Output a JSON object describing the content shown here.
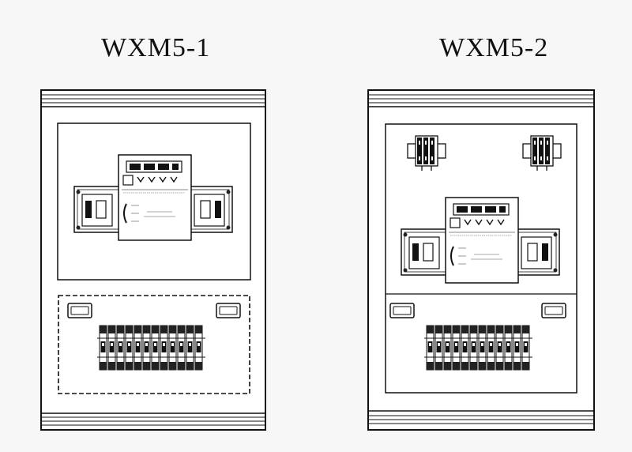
{
  "panels": [
    {
      "id": "left",
      "title": "WXM5-1"
    },
    {
      "id": "right",
      "title": "WXM5-2"
    }
  ],
  "colors": {
    "line": "#111111",
    "fill": "#ffffff",
    "background": "#f7f7f7"
  }
}
